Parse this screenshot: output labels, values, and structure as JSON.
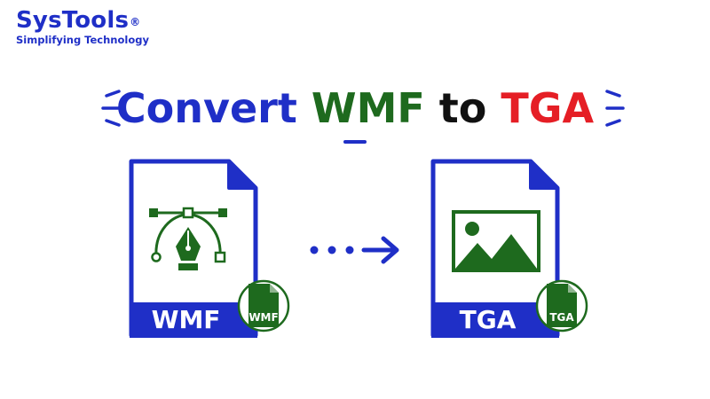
{
  "brand": {
    "name": "SysTools",
    "registered": "®",
    "tagline": "Simplifying Technology"
  },
  "headline": {
    "word1": "Convert",
    "word2": "WMF",
    "word3": "to",
    "word4": "TGA"
  },
  "source_file": {
    "label": "WMF",
    "badge": "WMF"
  },
  "target_file": {
    "label": "TGA",
    "badge": "TGA"
  },
  "colors": {
    "brand_blue": "#1f2fc7",
    "green": "#1e6a1e",
    "red": "#e51e25",
    "dark": "#111111"
  },
  "icons": {
    "source": "vector-pen-icon",
    "target": "image-icon",
    "connector": "arrow-right-icon"
  }
}
